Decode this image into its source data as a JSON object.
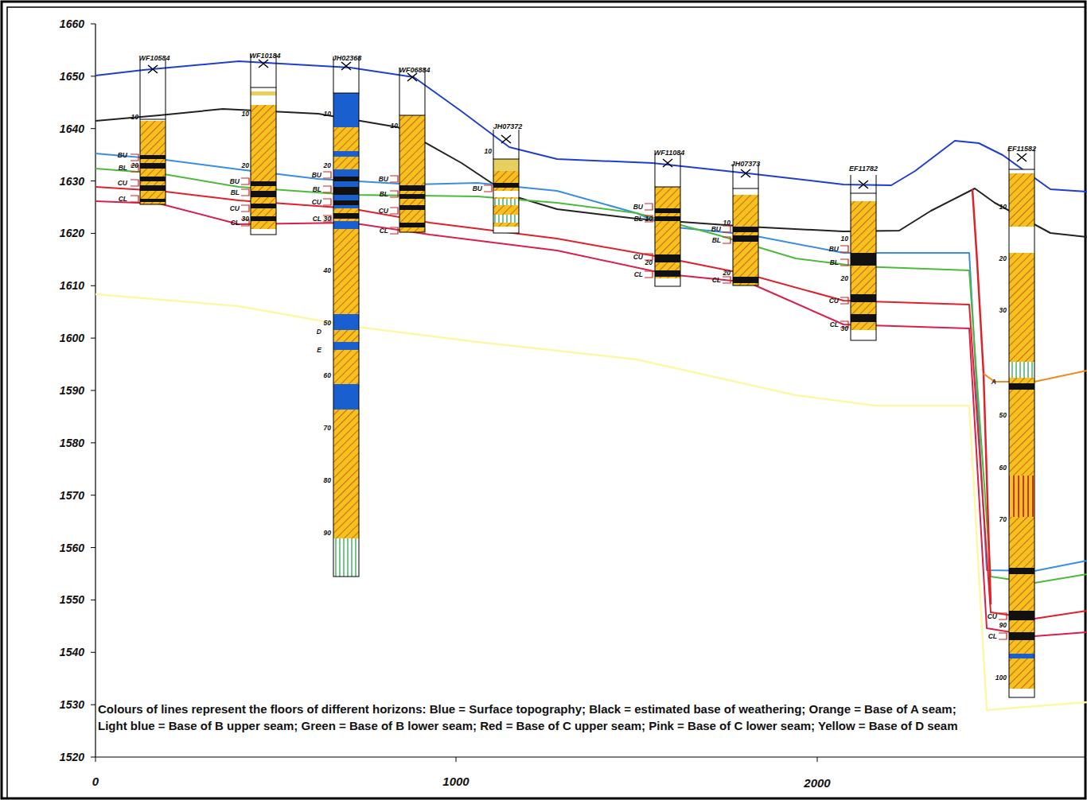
{
  "diagram": {
    "caption": "Colours of lines represent the floors of different horizons: Blue = Surface topography; Black = estimated base of weathering; Orange = Base of A seam; Light blue = Base of B upper seam; Green = Base of B lower seam; Red = Base of C upper seam; Pink = Base of C lower seam; Yellow = Base of D seam",
    "labels": [
      "1660",
      "1650",
      "1640",
      "1630",
      "1620",
      "1610",
      "1600",
      "1590",
      "1580",
      "1570",
      "1560",
      "1550",
      "1540",
      "1530",
      "1520",
      "0",
      "1000",
      "2000",
      "WF10584",
      "WF10184",
      "JH02368",
      "WF06884",
      "JH07372",
      "WF11084",
      "JH07373",
      "EF11782",
      "EF11582",
      "10",
      "20",
      "BU",
      "BL",
      "CU",
      "CL",
      "10",
      "20",
      "30",
      "BU",
      "BL",
      "CU",
      "CL",
      "10",
      "20",
      "30",
      "40",
      "50",
      "60",
      "70",
      "80",
      "90",
      "BU",
      "BL",
      "CU",
      "CL",
      "D",
      "E",
      "10",
      "BU",
      "BL",
      "CU",
      "CL",
      "10",
      "BU",
      "10",
      "20",
      "BU",
      "BL",
      "CU",
      "CL",
      "10",
      "20",
      "BU",
      "BL",
      "CL",
      "10",
      "20",
      "30",
      "BU",
      "BL",
      "CU",
      "CL",
      "10",
      "20",
      "30",
      "50",
      "60",
      "70",
      "90",
      "100",
      "A",
      "CU",
      "CL"
    ]
  }
}
